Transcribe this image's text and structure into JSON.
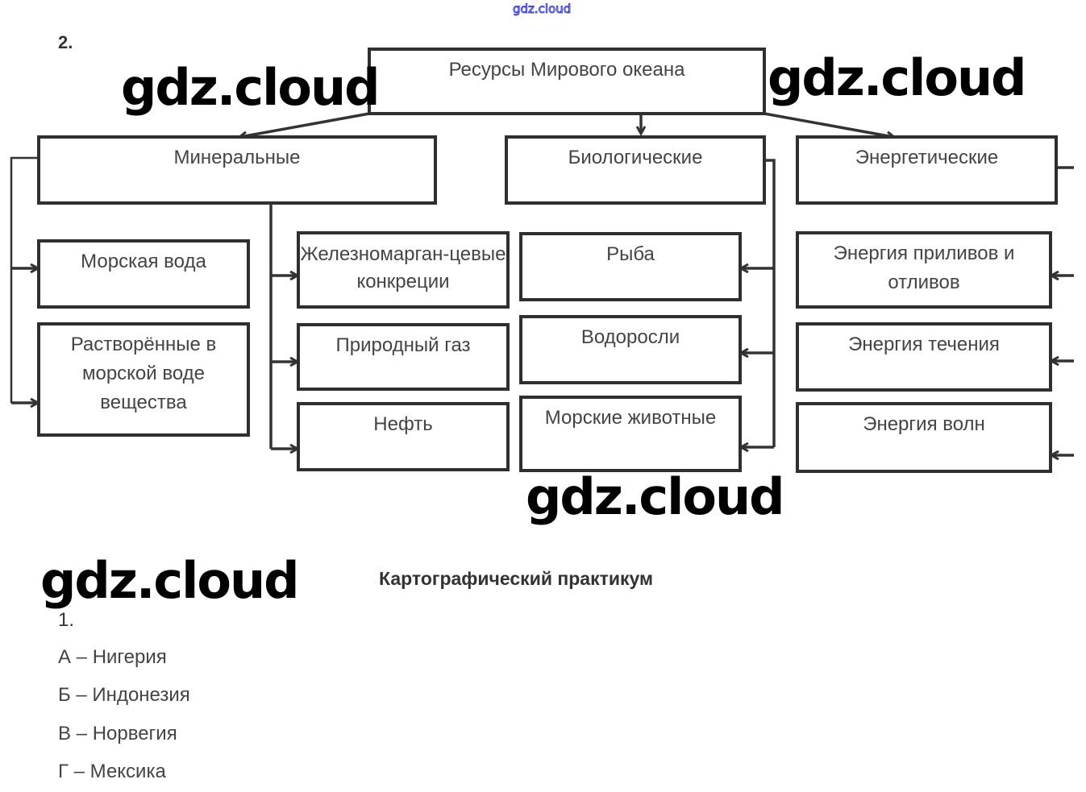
{
  "top_link": "gdz.cloud",
  "watermark": "gdz.cloud",
  "task2": {
    "number": "2.",
    "root": "Ресурсы Мирового океана",
    "categories": [
      {
        "title": "Минеральные",
        "items": [
          "Морская вода",
          "Растворённые в морской воде вещества",
          "Железномарган-цевые конкреции",
          "Природный газ",
          "Нефть"
        ]
      },
      {
        "title": "Биологические",
        "items": [
          "Рыба",
          "Водоросли",
          "Морские животные"
        ]
      },
      {
        "title": "Энергетические",
        "items": [
          "Энергия приливов и отливов",
          "Энергия течения",
          "Энергия волн"
        ]
      }
    ]
  },
  "practicum": {
    "heading": "Картографический практикум",
    "number": "1.",
    "answers": [
      "А – Нигерия",
      "Б – Индонезия",
      "В – Норвегия",
      "Г – Мексика"
    ]
  }
}
